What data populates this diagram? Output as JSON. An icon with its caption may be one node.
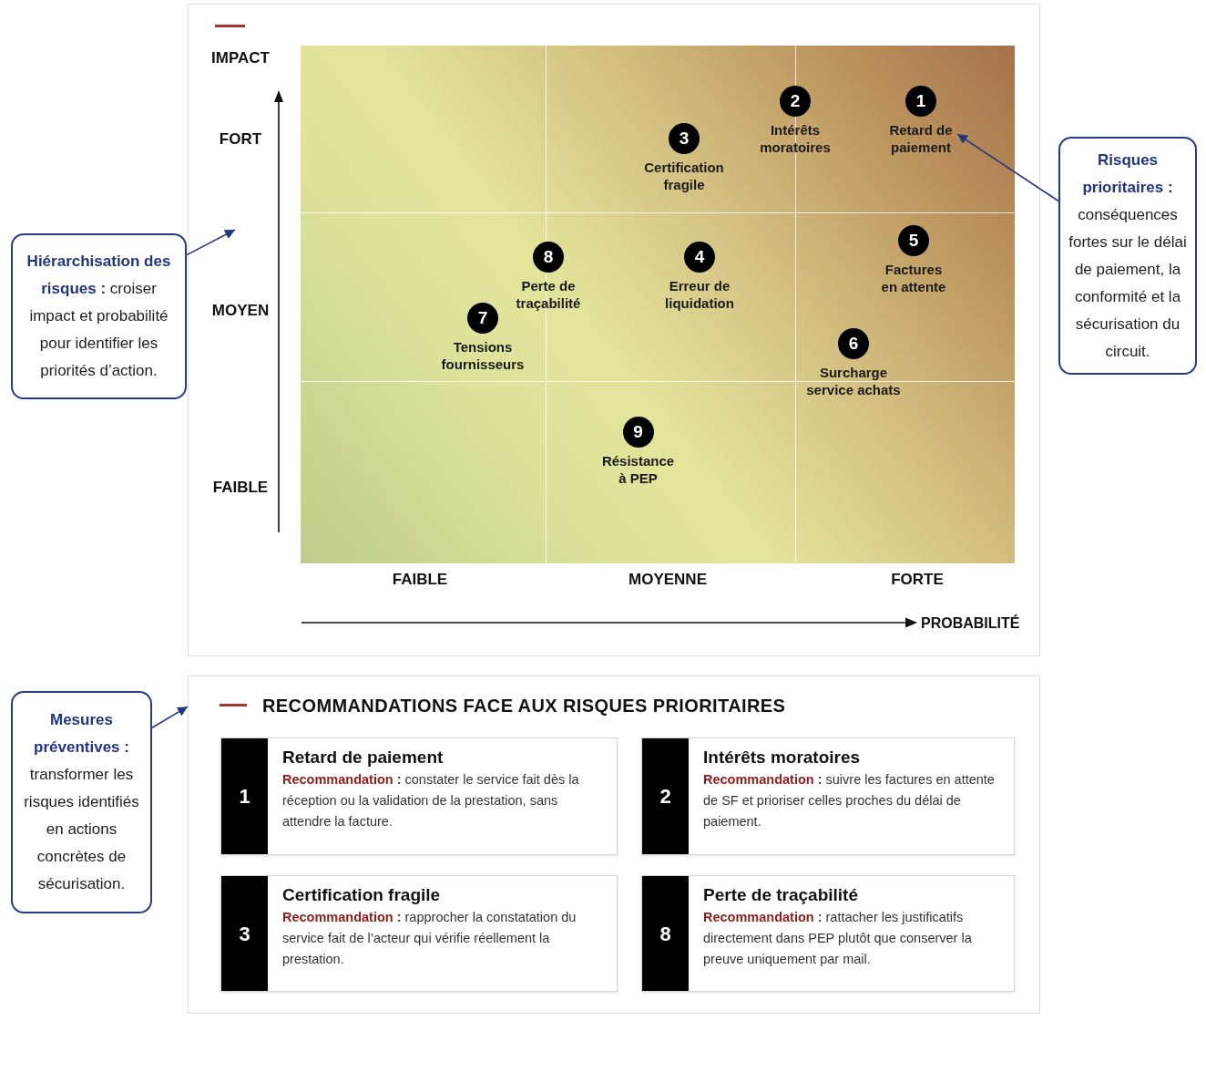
{
  "diagram": {
    "nodes": [
      {
        "text": [
          "**Hiérarchisation des risques :** croiser impact et probabilité pour identifier les priorités d’action."
        ]
      },
      {
        "text": [
          "1"
        ],
        "beside": [
          "Retard de paiement"
        ]
      },
      {
        "text": [
          "2"
        ],
        "beside": [
          "Intérêts moratoires"
        ]
      },
      {
        "text": [
          "3"
        ],
        "beside": [
          "Certification fragile"
        ]
      },
      {
        "text": [
          "4"
        ],
        "beside": [
          "Erreur de liquidation"
        ]
      },
      {
        "text": [
          "5"
        ],
        "beside": [
          "Factures en attente"
        ]
      },
      {
        "text": [
          "6"
        ],
        "beside": [
          "Surcharge service achats"
        ]
      },
      {
        "text": [
          "7"
        ],
        "beside": [
          "Tensions fournisseurs"
        ]
      },
      {
        "text": [
          "8"
        ],
        "beside": [
          "Perte de traçabilité"
        ]
      },
      {
        "text": [
          "9"
        ],
        "beside": [
          "Résistance à PEP"
        ]
      },
      {
        "text": [
          "**Risques prioritaires :** conséquences fortes sur le délai de paiement, la conformité et la sécurisation du circuit."
        ]
      },
      {
        "text": [
          "**Mesures préventives :** transformer les risques identifiés en actions concrètes de sécurisation."
        ]
      },
      {
        "text": [
          "RECOMMANDATIONS FACE AUX RISQUES PRIORITAIRES"
        ]
      },
      {
        "text": [
          "1",
          "Retard de paiement",
          "**Recommandation :** constater le service fait dès la réception ou la validation de la prestation, sans attendre la facture."
        ],
        "in": 12
      },
      {
        "text": [
          "2",
          "Intérêts moratoires",
          "**Recommandation :** suivre les factures en attente de SF et prioriser celles proches du délai de paiement."
        ],
        "in": 12
      },
      {
        "text": [
          "3",
          "Certification fragile",
          "**Recommandation :** rapprocher la constatation du service fait de l’acteur qui vérifie réellement la prestation."
        ],
        "in": 12
      },
      {
        "text": [
          "8",
          "Perte de traçabilité",
          "**Recommandation :** rattacher les justificatifs directement dans PEP plutôt que conserver la preuve uniquement par mail."
        ],
        "in": 12
      }
    ],
    "edges": [
      {
        "from": 0,
        "to": null,
        "arrow": "to"
      },
      {
        "from": 10,
        "to": 1,
        "arrow": "to"
      },
      {
        "from": 11,
        "to": 12,
        "arrow": "to"
      }
    ],
    "labels": [
      "IMPACT",
      "FORT",
      "MOYEN",
      "FAIBLE",
      "FAIBLE",
      "MOYENNE",
      "FORTE",
      "PROBABILITÉ"
    ]
  }
}
